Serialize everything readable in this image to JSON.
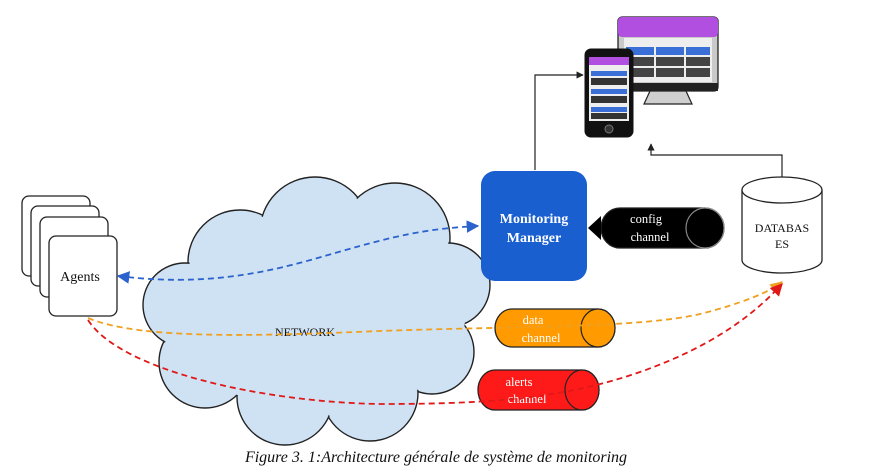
{
  "nodes": {
    "agents": "Agents",
    "network": "NETWORK",
    "manager_line1": "Monitoring",
    "manager_line2": "Manager",
    "database_line1": "DATABAS",
    "database_line2": "ES"
  },
  "channels": {
    "config_line1": "config",
    "config_line2": "channel",
    "data_line1": "data",
    "data_line2": "channel",
    "alerts_line1": "alerts",
    "alerts_line2": "channel"
  },
  "colors": {
    "manager": "#1a5fd0",
    "config_channel": "#000000",
    "data_channel": "#ff9a00",
    "alerts_channel": "#ff1a1a",
    "cloud_fill": "#cfe2f3",
    "blue_dash": "#2b62cc",
    "orange_dash": "#f0a020",
    "red_dash": "#e01818",
    "dashboard_purple": "#b14fe0"
  },
  "caption": "Figure 3. 1:Architecture générale de système de monitoring"
}
